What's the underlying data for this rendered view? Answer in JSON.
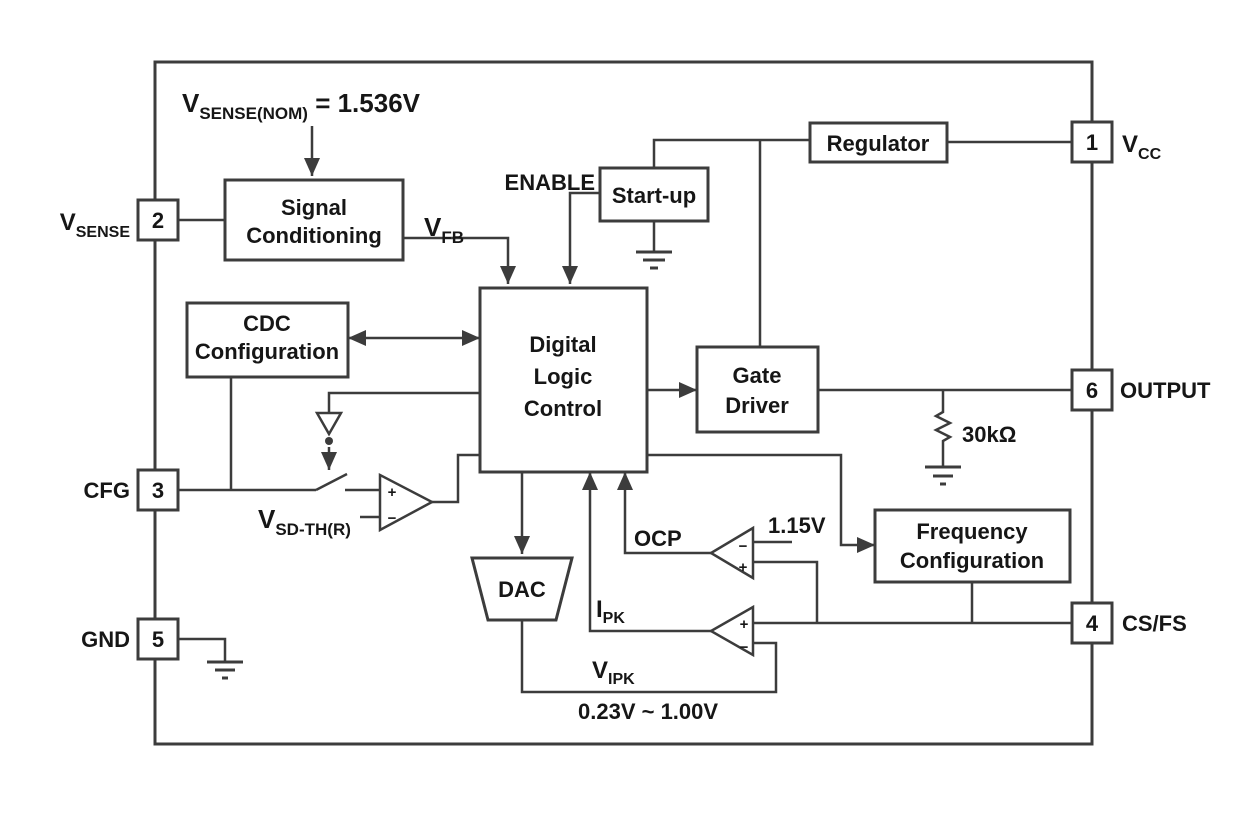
{
  "diagram": {
    "type": "ic-functional-block-diagram",
    "colors": {
      "line": "#3c3c3c",
      "text": "#161616",
      "background": "#ffffff"
    },
    "pins": {
      "vcc": {
        "number": "1",
        "label_main": "V",
        "label_sub": "CC"
      },
      "vsense": {
        "number": "2",
        "label_main": "V",
        "label_sub": "SENSE"
      },
      "cfg": {
        "number": "3",
        "label": "CFG"
      },
      "csfs": {
        "number": "4",
        "label": "CS/FS"
      },
      "gnd": {
        "number": "5",
        "label": "GND"
      },
      "output": {
        "number": "6",
        "label": "OUTPUT"
      }
    },
    "blocks": {
      "signal_conditioning": [
        "Signal",
        "Conditioning"
      ],
      "cdc_configuration": [
        "CDC",
        "Configuration"
      ],
      "digital_logic_control": [
        "Digital",
        "Logic",
        "Control"
      ],
      "start_up": [
        "Start-up"
      ],
      "regulator": [
        "Regulator"
      ],
      "gate_driver": [
        "Gate",
        "Driver"
      ],
      "frequency_configuration": [
        "Frequency",
        "Configuration"
      ],
      "dac": [
        "DAC"
      ]
    },
    "signals": {
      "vsense_nom": {
        "main": "V",
        "sub": "SENSE(NOM)",
        "value": " = 1.536V"
      },
      "enable": "ENABLE",
      "vfb": {
        "main": "V",
        "sub": "FB"
      },
      "vsd_th": {
        "main": "V",
        "sub": "SD-TH(R)"
      },
      "ocp": "OCP",
      "vref": "1.15V",
      "ipk": {
        "main": "I",
        "sub": "PK"
      },
      "vipk": {
        "main": "V",
        "sub": "IPK"
      },
      "vipk_range": "0.23V ~ 1.00V",
      "pullup_resistor": "30kΩ"
    },
    "comparator_marks": {
      "plus": "+",
      "minus": "−"
    }
  }
}
